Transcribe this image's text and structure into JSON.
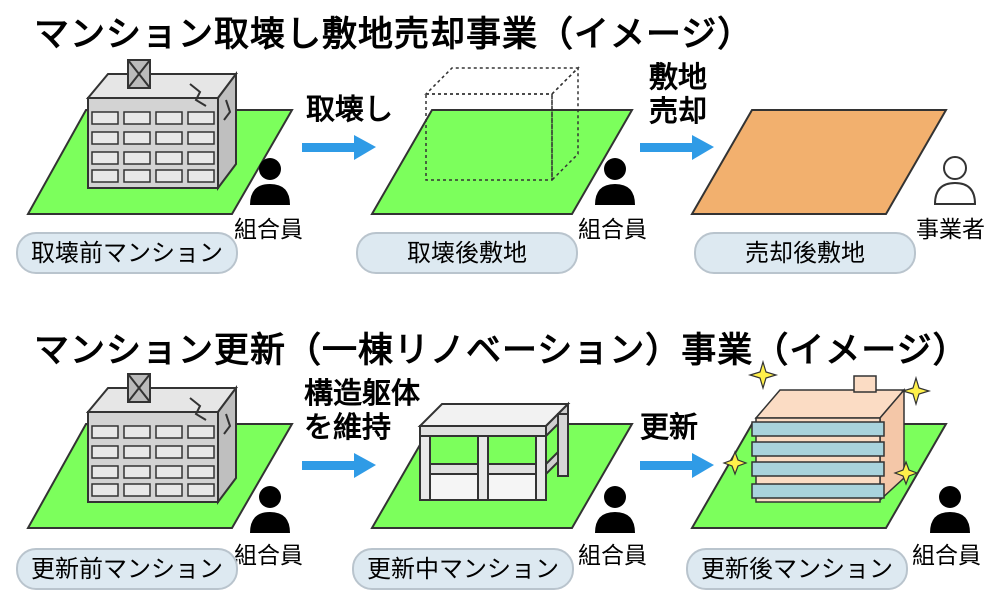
{
  "section1": {
    "title": "マンション取壊し敷地売却事業（イメージ）",
    "arrow1_label": "取壊し",
    "arrow2_label_line1": "敷地",
    "arrow2_label_line2": "売却",
    "person1_label": "組合員",
    "person2_label": "組合員",
    "person3_label": "事業者",
    "stage1": "取壊前マンション",
    "stage2": "取壊後敷地",
    "stage3": "売却後敷地"
  },
  "section2": {
    "title": "マンション更新（一棟リノベーション）事業（イメージ）",
    "arrow1_label_line1": "構造躯体",
    "arrow1_label_line2": "を維持",
    "arrow2_label": "更新",
    "person1_label": "組合員",
    "person2_label": "組合員",
    "person3_label": "組合員",
    "stage1": "更新前マンション",
    "stage2": "更新中マンション",
    "stage3": "更新後マンション"
  },
  "colors": {
    "land_green": "#7cff5c",
    "land_sold": "#f2b06e",
    "arrow_blue": "#2f9be6",
    "pill_fill": "#dde9f1",
    "building_gray": "#d3d3d3",
    "renovated_blue": "#a9d3dc",
    "renovated_roof": "#fbdcc4",
    "sparkle_yellow": "#fff04a"
  },
  "icons": [
    "person-icon",
    "person-outline-icon",
    "arrow-right-icon",
    "building-icon",
    "sparkle-icon"
  ]
}
